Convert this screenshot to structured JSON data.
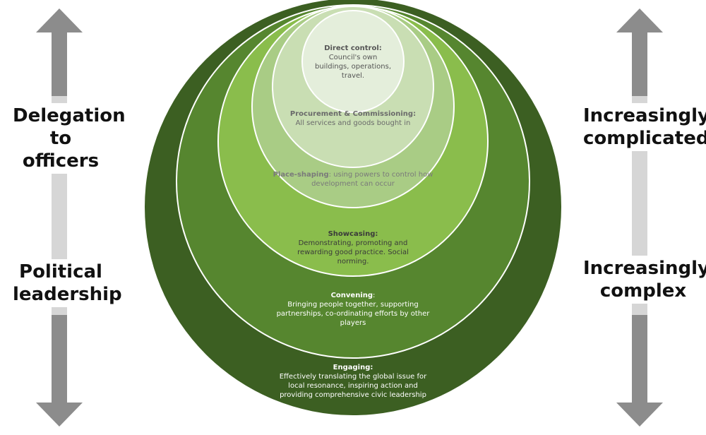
{
  "left_arrow": {
    "top_label": [
      "Delegation",
      "to officers"
    ],
    "bottom_label": [
      "Political",
      "leadership"
    ]
  },
  "right_arrow": {
    "top_label": [
      "Increasingly",
      "complicated"
    ],
    "bottom_label": [
      "Increasingly",
      "complex"
    ]
  },
  "rings": {
    "direct_control": {
      "title": "Direct control:",
      "desc": [
        "Council's own",
        "buildings, operations,",
        "travel."
      ]
    },
    "procurement": {
      "title": "Procurement & Commissioning:",
      "desc": [
        "All services and goods bought in"
      ]
    },
    "place_shaping": {
      "title": "Place-shaping",
      "desc_inline": ": using powers to control how",
      "desc": [
        "development can occur"
      ]
    },
    "showcasing": {
      "title": "Showcasing:",
      "desc": [
        "Demonstrating, promoting and",
        "rewarding good practice. Social",
        "norming."
      ]
    },
    "convening": {
      "title": "Convening",
      "title_suffix": ":",
      "desc": [
        "Bringing people together, supporting",
        "partnerships, co-ordinating efforts by other",
        "players"
      ]
    },
    "engaging": {
      "title": "Engaging:",
      "desc": [
        "Effectively translating the global issue for",
        "local resonance, inspiring action and",
        "providing comprehensive civic leadership"
      ]
    }
  },
  "colors": {
    "engaging": "#3c5f22",
    "convening": "#56862f",
    "showcasing": "#8abd4c",
    "place_shaping": "#a9cc85",
    "procurement": "#c9deb3",
    "direct_control": "#e4eedb",
    "arrow_dark": "#8c8c8c",
    "arrow_light": "#d6d6d6"
  }
}
